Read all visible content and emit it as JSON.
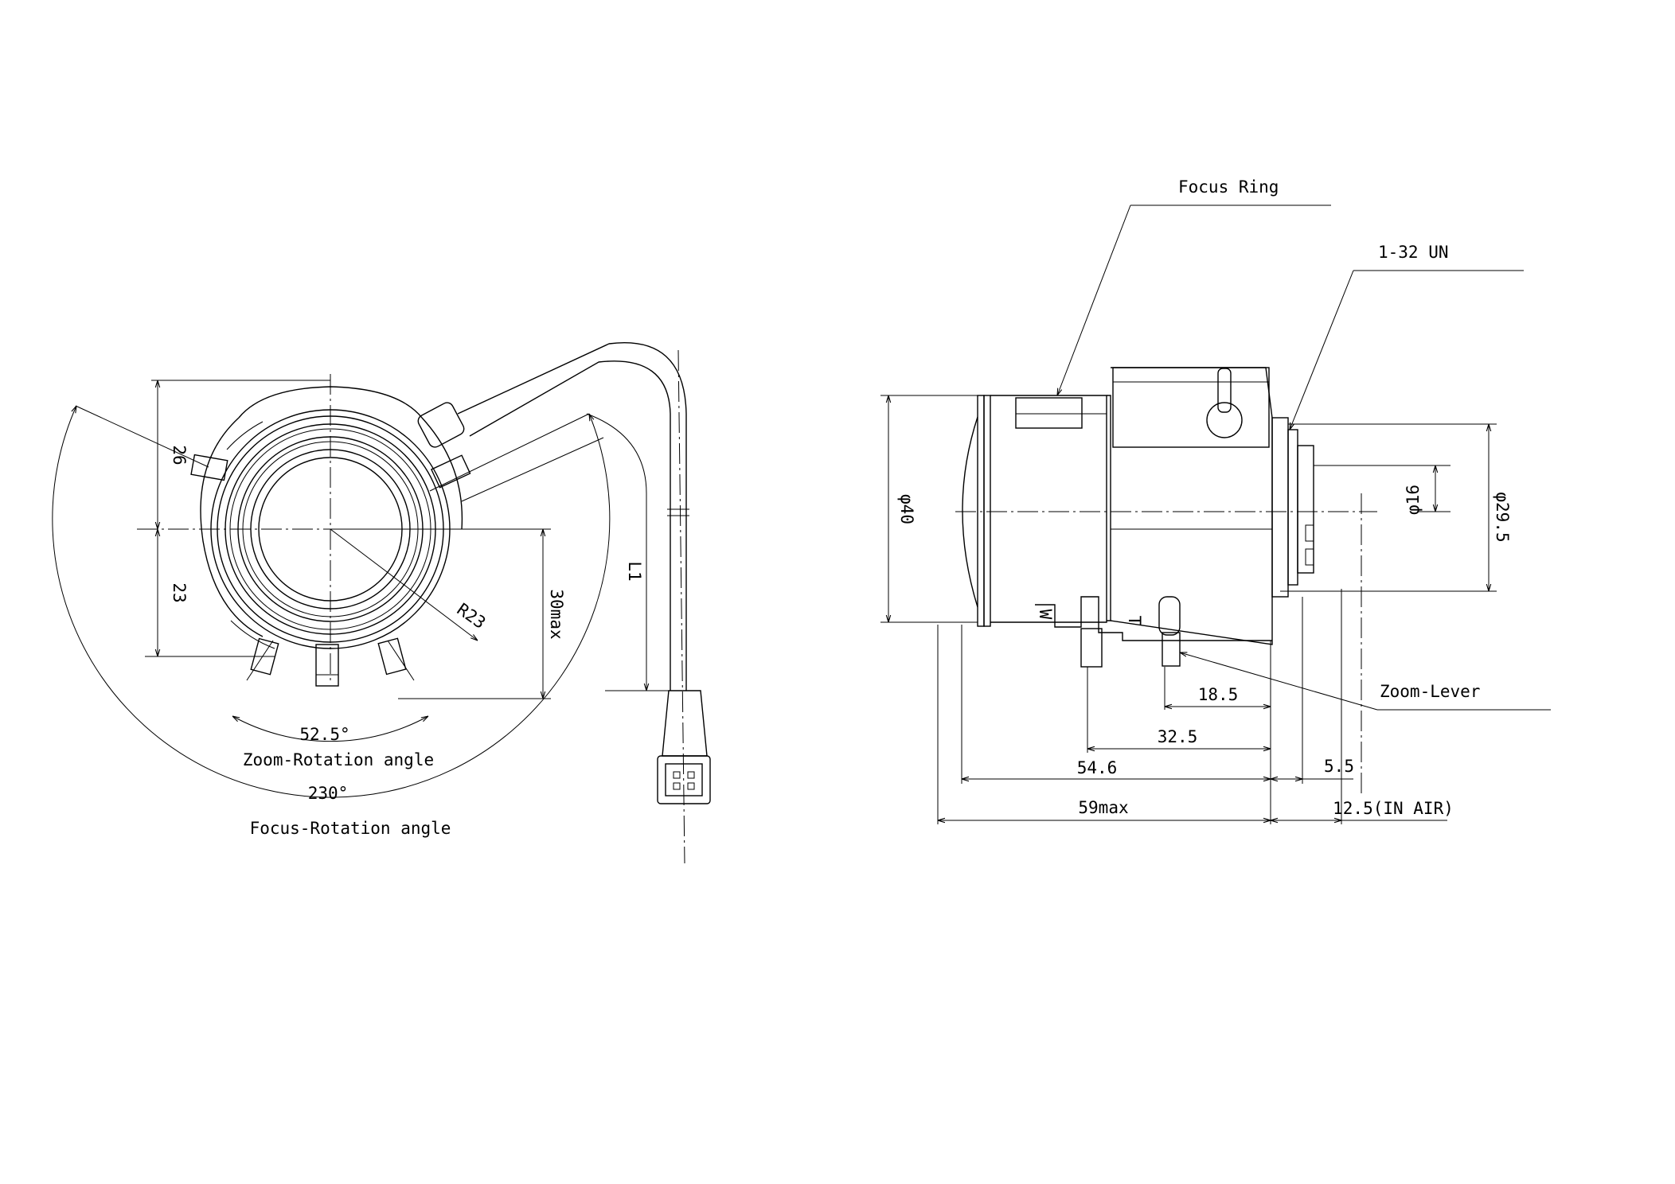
{
  "front_view": {
    "dim_26": "26",
    "dim_23": "23",
    "dim_30max": "30max",
    "dim_r23": "R23",
    "dim_l1": "L1",
    "zoom_angle_value": "52.5°",
    "zoom_angle_caption": "Zoom-Rotation angle",
    "focus_angle_value": "230°",
    "focus_angle_caption": "Focus-Rotation angle"
  },
  "side_view": {
    "focus_ring_label": "Focus Ring",
    "mount_label": "1-32 UN",
    "zoom_lever_label": "Zoom-Lever",
    "dia_40": "φ40",
    "dia_16": "φ16",
    "dia_29_5": "φ29.5",
    "dim_18_5": "18.5",
    "dim_32_5": "32.5",
    "dim_54_6": "54.6",
    "dim_5_5": "5.5",
    "dim_59max": "59max",
    "dim_12_5": "12.5(IN AIR)",
    "lever_mark_t": "T",
    "lever_mark_w": "W"
  }
}
